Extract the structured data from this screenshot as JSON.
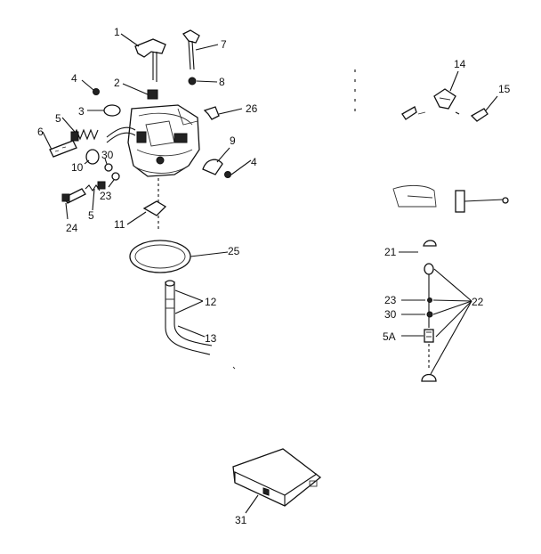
{
  "labels": {
    "l1": "1",
    "l2": "2",
    "l3": "3",
    "l4a": "4",
    "l4b": "4",
    "l5a": "5",
    "l5b": "5",
    "l6": "6",
    "l7": "7",
    "l8": "8",
    "l9": "9",
    "l10": "10",
    "l11": "11",
    "l12": "12",
    "l13": "13",
    "l14": "14",
    "l15": "15",
    "l21": "21",
    "l22": "22",
    "l23a": "23",
    "l23b": "23",
    "l24": "24",
    "l25": "25",
    "l26": "26",
    "l30a": "30",
    "l30b": "30",
    "l31": "31",
    "l5A": "5A"
  }
}
